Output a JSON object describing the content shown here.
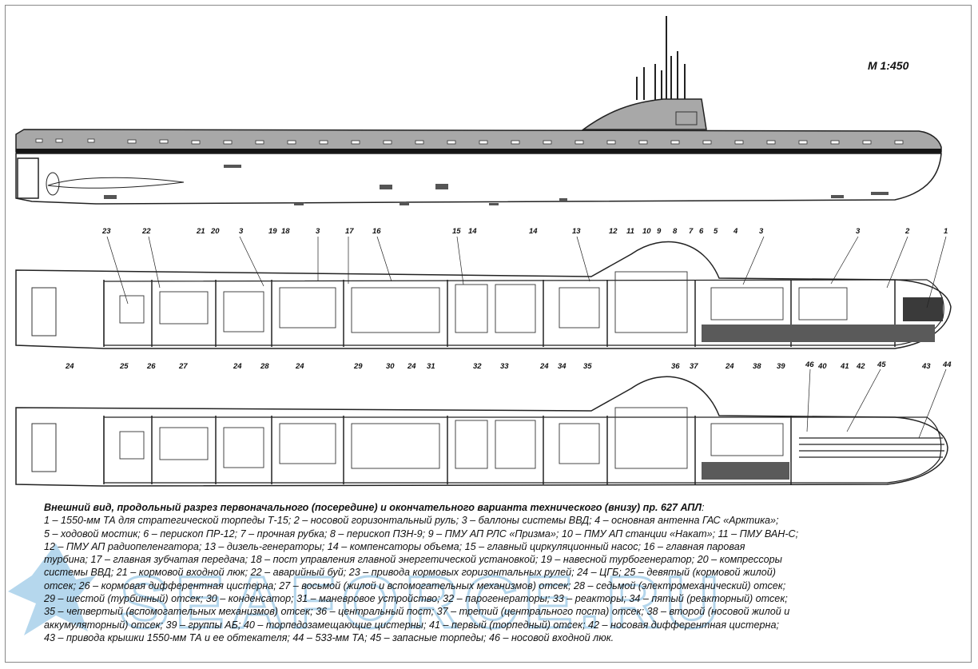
{
  "scale_label": "М 1:450",
  "callouts_top": [
    "23",
    "22",
    "21",
    "20",
    "3",
    "19",
    "18",
    "3",
    "17",
    "16",
    "15",
    "14",
    "14",
    "13",
    "12",
    "11",
    "10",
    "9",
    "8",
    "7",
    "6",
    "5",
    "4",
    "3",
    "3",
    "2",
    "1"
  ],
  "callouts_bottom": [
    "24",
    "25",
    "26",
    "27",
    "24",
    "28",
    "24",
    "29",
    "30",
    "24",
    "31",
    "32",
    "33",
    "24",
    "34",
    "35",
    "36",
    "37",
    "24",
    "38",
    "39",
    "40",
    "41",
    "42",
    "43"
  ],
  "callouts_lower_profile": [
    "46",
    "45",
    "44"
  ],
  "caption": {
    "title": "Внешний вид, продольный разрез первоначального (посередине) и окончательного варианта технического (внизу) пр. 627 АПЛ",
    "lines": [
      "1 – 1550-мм ТА для стратегической торпеды Т-15; 2 – носовой горизонтальный руль; 3 – баллоны системы ВВД; 4 – основная антенна ГАС «Арктика»;",
      "5 – ходовой мостик; 6 – перископ ПР-12; 7 – прочная рубка; 8 – перископ ПЗН-9; 9 – ПМУ АП РЛС «Призма»; 10 – ПМУ АП станции «Накат»; 11 – ПМУ ВАН-С;",
      "12 – ПМУ АП радиопеленгатора; 13 – дизель-генераторы; 14 – компенсаторы объема; 15 – главный циркуляционный насос; 16 – главная паровая",
      "турбина; 17 – главная зубчатая передача; 18 – пост управления главной энергетической установкой; 19 – навесной турбогенератор; 20 – компрессоры",
      "системы ВВД; 21 – кормовой входной люк; 22 – аварийный буй; 23 – привода кормовых горизонтальных рулей; 24 – ЦГБ; 25 – девятый (кормовой жилой)",
      "отсек; 26 – кормовая дифферентная цистерна; 27 – восьмой (жилой и вспомогательных механизмов) отсек; 28 – седьмой (электромеханический) отсек;",
      "29 – шестой (турбинный) отсек; 30 – конденсатор; 31 – маневровое устройство; 32 – парогенераторы; 33 – реакторы; 34 – пятый (реакторный) отсек;",
      "35 – четвертый (вспомогательных механизмов) отсек; 36 – центральный пост; 37 – третий (центрального поста) отсек; 38 – второй (носовой жилой и",
      "аккумуляторный) отсек; 39 – группы АБ; 40 – торпедозамещающие цистерны; 41 – первый (торпедный) отсек; 42 – носовая дифферентная цистерна;",
      "43 – привода крышки 1550-мм ТА и ее обтекателя; 44 – 533-мм ТА; 45 – запасные торпеды; 46 – носовой входной люк."
    ]
  },
  "watermark_text": "SEAFORCE.RU",
  "colors": {
    "hull_grey": "#a8a8a8",
    "ink": "#111111",
    "watermark": "#5aa6d6"
  }
}
